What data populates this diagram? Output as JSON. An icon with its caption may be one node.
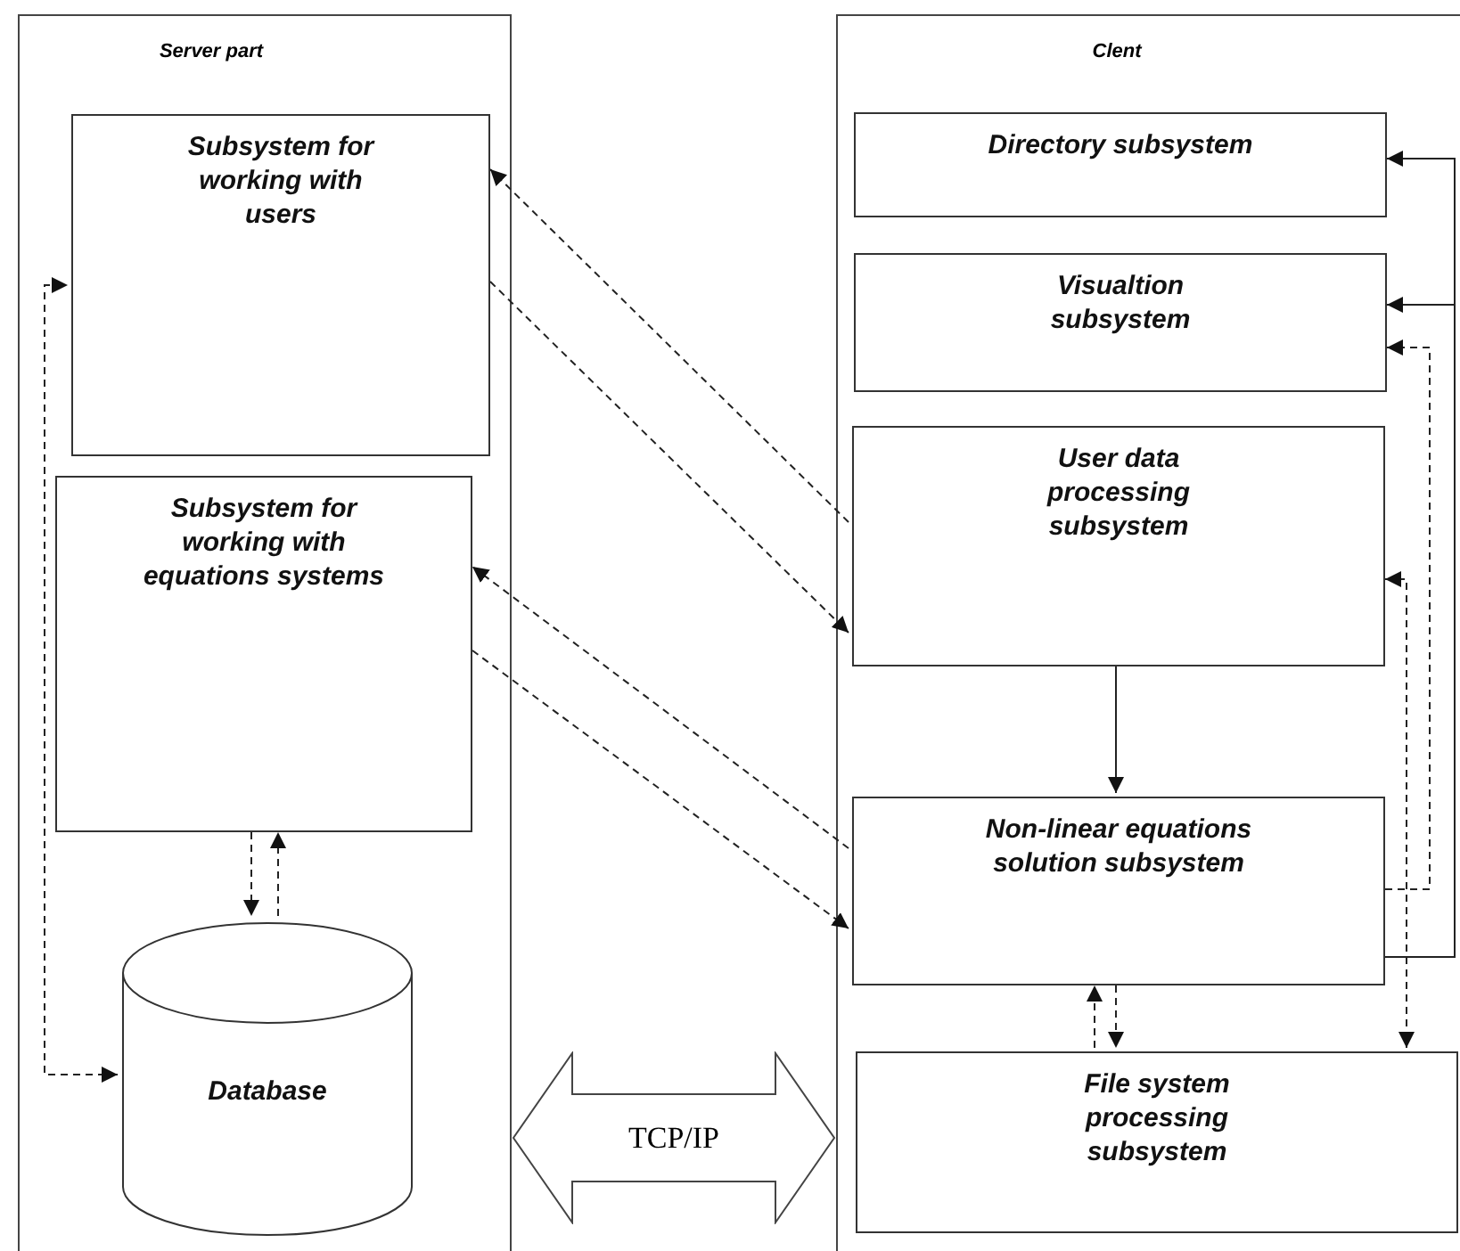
{
  "diagram": {
    "nodes": [
      {
        "text": [
          "Server part"
        ]
      },
      {
        "text": [
          "Subsystem for working with users"
        ],
        "in": 0
      },
      {
        "text": [
          "Subsystem for working with equations systems"
        ],
        "in": 0
      },
      {
        "text": [
          "Database"
        ],
        "in": 0
      },
      {
        "text": [
          "Clent"
        ]
      },
      {
        "text": [
          "Directory subsystem"
        ],
        "in": 4
      },
      {
        "text": [
          "Visualtion subsystem"
        ],
        "in": 4
      },
      {
        "text": [
          "User data processing subsystem"
        ],
        "in": 4
      },
      {
        "text": [
          "Non-linear equations solution subsystem"
        ],
        "in": 4
      },
      {
        "text": [
          "File system processing subsystem"
        ],
        "in": 4
      },
      {
        "text": [
          "TCP/IP"
        ]
      }
    ],
    "edges": [
      {
        "from": 7,
        "to": 1,
        "arrow": "to",
        "style": "dashed"
      },
      {
        "from": 1,
        "to": 7,
        "arrow": "to",
        "style": "dashed"
      },
      {
        "from": 8,
        "to": 2,
        "arrow": "to",
        "style": "dashed"
      },
      {
        "from": 2,
        "to": 8,
        "arrow": "to",
        "style": "dashed"
      },
      {
        "from": 2,
        "to": 3,
        "arrow": "to",
        "style": "dashed"
      },
      {
        "from": 3,
        "to": 2,
        "arrow": "to",
        "style": "dashed"
      },
      {
        "from": 3,
        "to": 1,
        "arrow": "both",
        "style": "dashed"
      },
      {
        "from": 7,
        "to": 8,
        "arrow": "to"
      },
      {
        "from": 8,
        "to": 5,
        "arrow": "to"
      },
      {
        "from": 8,
        "to": 6,
        "arrow": "to"
      },
      {
        "from": 8,
        "to": 6,
        "arrow": "to",
        "style": "dashed"
      },
      {
        "from": 7,
        "to": 9,
        "arrow": "both",
        "style": "dashed"
      },
      {
        "from": 8,
        "to": 9,
        "arrow": "to",
        "style": "dashed"
      },
      {
        "from": 9,
        "to": 8,
        "arrow": "to",
        "style": "dashed"
      }
    ]
  }
}
